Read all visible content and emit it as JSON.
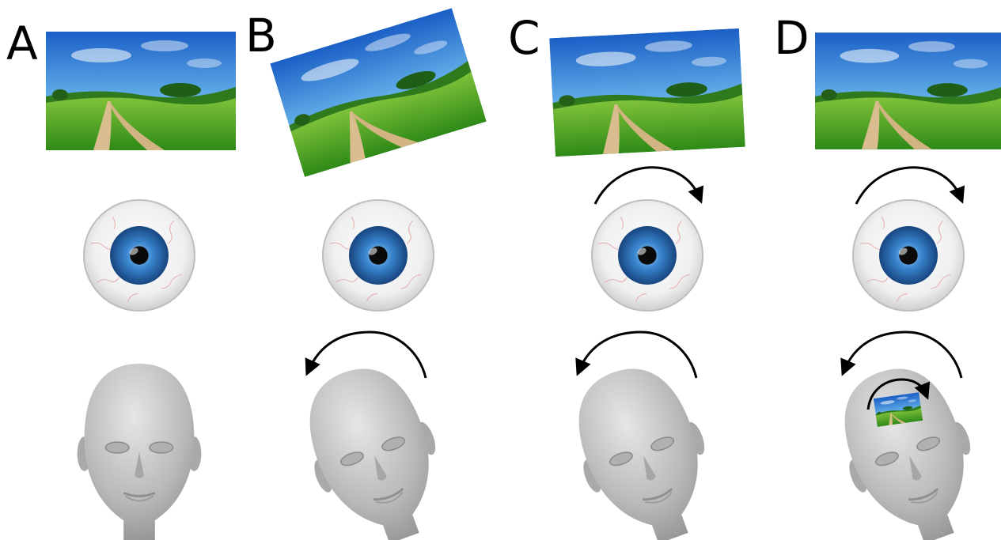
{
  "panels": [
    {
      "label": "A",
      "scene_rotation_deg": 0,
      "eye_rotation_arrow": false,
      "head_tilt_arrow": false,
      "head_tilt_deg": 0,
      "internal_image_arrow": false
    },
    {
      "label": "B",
      "scene_rotation_deg": -17,
      "eye_rotation_arrow": false,
      "head_tilt_arrow": true,
      "head_tilt_deg": -20,
      "internal_image_arrow": false
    },
    {
      "label": "C",
      "scene_rotation_deg": -3,
      "eye_rotation_arrow": true,
      "head_tilt_arrow": true,
      "head_tilt_deg": -20,
      "internal_image_arrow": false
    },
    {
      "label": "D",
      "scene_rotation_deg": 0,
      "eye_rotation_arrow": true,
      "head_tilt_arrow": true,
      "head_tilt_deg": -20,
      "internal_image_arrow": true
    }
  ],
  "colors": {
    "sky_top": "#1d63c9",
    "sky_bottom": "#9dd3f2",
    "grass": "#3f9b1e",
    "path": "#d7b88a",
    "iris": "#2a6fb6",
    "sclera": "#f4f4f4",
    "head": "#bdbdbd"
  },
  "icons": [
    "landscape-image",
    "eyeball-icon",
    "head-icon",
    "curved-arrow-icon"
  ]
}
